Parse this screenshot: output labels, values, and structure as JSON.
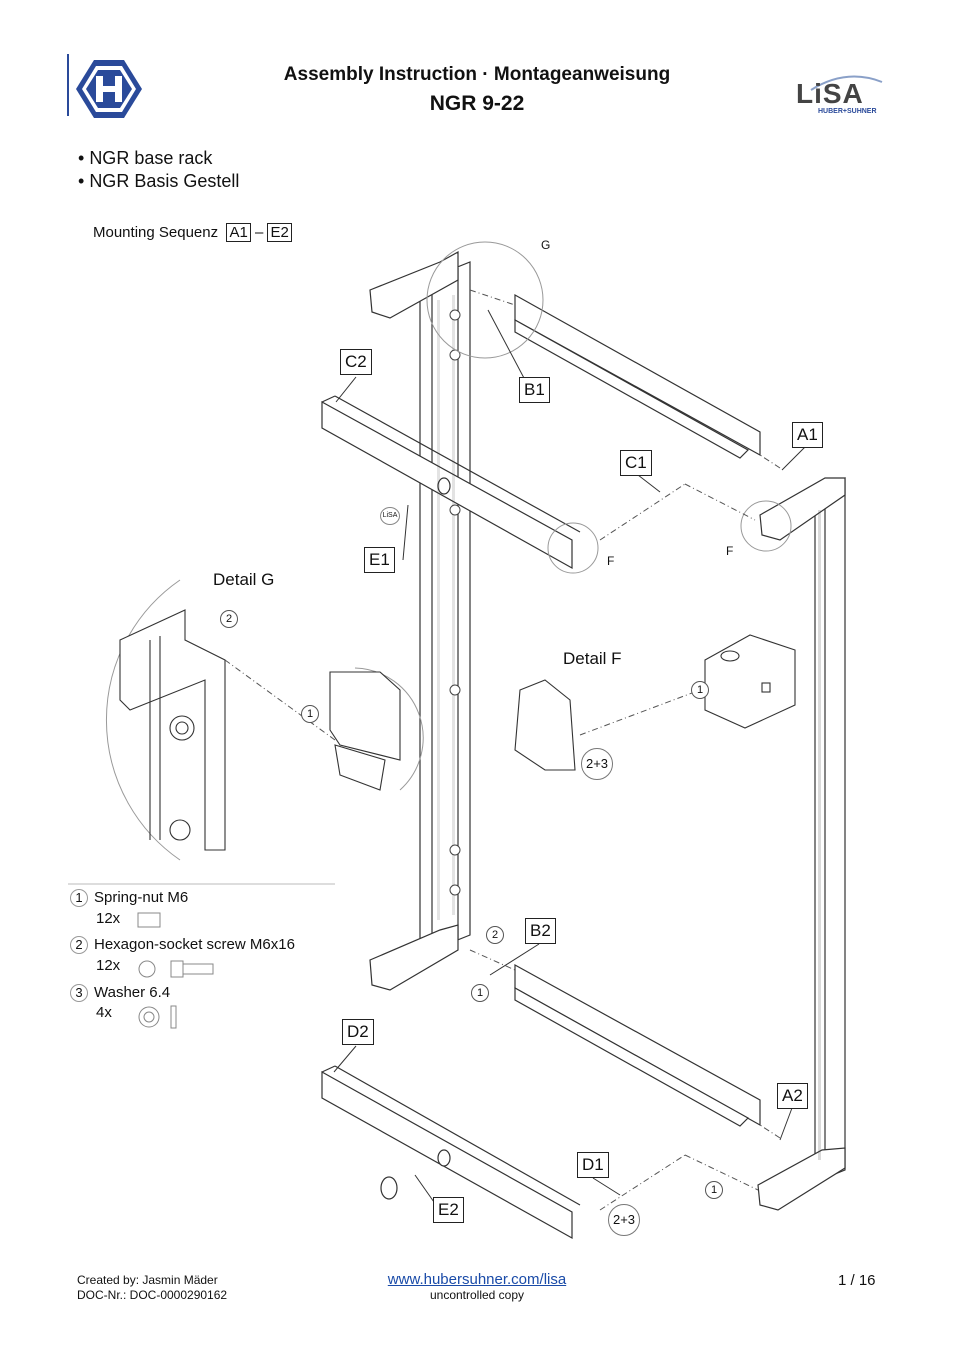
{
  "header": {
    "title": "Assembly Instruction · Montageanweisung",
    "product": "NGR 9-22",
    "logo_right_text": "LiSA",
    "logo_right_sub": "HUBER+SUHNER"
  },
  "intro": {
    "bullets": [
      "NGR base rack",
      "NGR Basis Gestell"
    ],
    "sequence_label": "Mounting Sequenz",
    "sequence_start": "A1",
    "sequence_sep": "–",
    "sequence_end": "E2"
  },
  "callouts": {
    "C2": "C2",
    "B1": "B1",
    "A1": "A1",
    "C1": "C1",
    "E1": "E1",
    "B2": "B2",
    "D2": "D2",
    "A2": "A2",
    "D1": "D1",
    "E2": "E2"
  },
  "markers": {
    "G": "G",
    "F": "F",
    "one": "1",
    "two": "2",
    "two_three": "2+3"
  },
  "details": {
    "g": "Detail G",
    "f": "Detail F"
  },
  "parts": [
    {
      "num": "1",
      "name": "Spring-nut M6",
      "qty": "12x"
    },
    {
      "num": "2",
      "name": "Hexagon-socket screw M6x16",
      "qty": "12x"
    },
    {
      "num": "3",
      "name": "Washer 6.4",
      "qty": "4x"
    }
  ],
  "footer": {
    "created_by": "Created by: Jasmin Mäder",
    "doc_nr": "DOC-Nr.: DOC-0000290162",
    "url": "www.hubersuhner.com/lisa",
    "note": "uncontrolled copy",
    "page": "1 / 16"
  },
  "colors": {
    "brand_blue": "#2a4a9a",
    "line": "#333333"
  }
}
